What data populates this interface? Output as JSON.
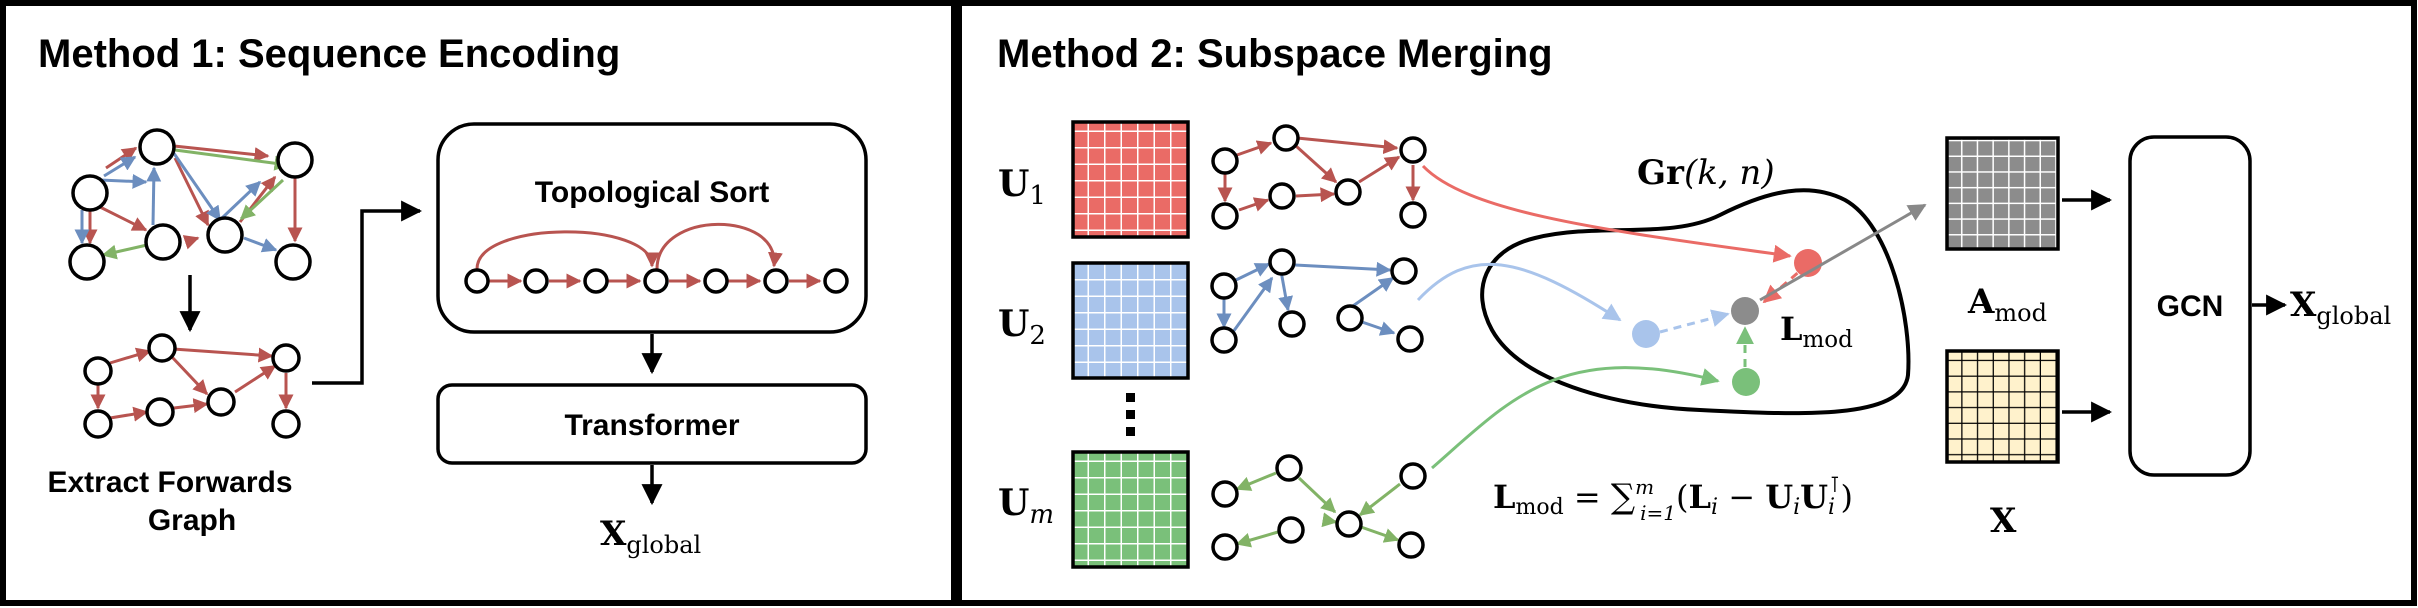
{
  "panel1": {
    "title": "Method 1: Sequence Encoding",
    "extract_label_line1": "Extract Forwards",
    "extract_label_line2": "Graph",
    "topo_label": "Topological Sort",
    "transformer_label": "Transformer",
    "output_main": "X",
    "output_sub": "global"
  },
  "panel2": {
    "title": "Method 2: Subspace Merging",
    "u1_main": "U",
    "u1_sub": "1",
    "u2_main": "U",
    "u2_sub": "2",
    "um_main": "U",
    "um_sub": "m",
    "gr_bold": "Gr",
    "gr_args": "(k, n)",
    "lmod_main": "L",
    "lmod_sub": "mod",
    "formula_lhs_main": "L",
    "formula_lhs_sub": "mod",
    "formula_eq": " = ",
    "formula_sum": "∑",
    "formula_sum_sup": "m",
    "formula_sum_sub": "i=1",
    "formula_open": "(",
    "formula_L": "L",
    "formula_i1": "i",
    "formula_minus": " − ",
    "formula_U1": "U",
    "formula_i2": "i",
    "formula_U2": "U",
    "formula_i3": "i",
    "formula_T": "⊺",
    "formula_close": ")",
    "amod_main": "A",
    "amod_sub": "mod",
    "x_label": "X",
    "gcn_label": "GCN",
    "out_main": "X",
    "out_sub": "global"
  },
  "colors": {
    "red": "#b85450",
    "blue": "#6c8ebf",
    "green": "#82b366",
    "red_fill": "#ea6b66",
    "blue_fill": "#a9c4eb",
    "green_fill": "#7ac07a",
    "grey_fill": "#8c8c8c",
    "yellow_fill": "#fff2cc"
  }
}
